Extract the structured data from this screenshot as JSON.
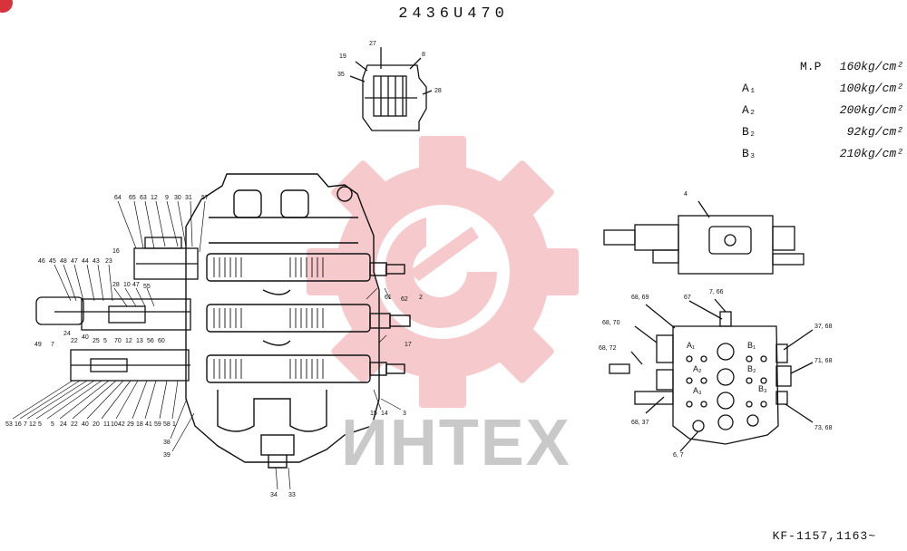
{
  "title": "2436U470",
  "footer": "KF-1157,1163~",
  "watermark": {
    "text": "ИНТЕХ",
    "gear_color": "#f0a0a6",
    "text_color": "#c9c9c9"
  },
  "badge_color": "#d8323c",
  "specs": [
    {
      "name": "M.P",
      "value": "160kg/cm²"
    },
    {
      "name": "A₁",
      "value": "100kg/cm²"
    },
    {
      "name": "A₂",
      "value": "200kg/cm²"
    },
    {
      "name": "B₂",
      "value": "92kg/cm²"
    },
    {
      "name": "B₃",
      "value": "210kg/cm²"
    }
  ],
  "detail_labels": [
    "27",
    "19",
    "8",
    "35",
    "28"
  ],
  "main_labels": {
    "top_left": [
      "64",
      "65",
      "63",
      "12",
      "9",
      "30",
      "31",
      "57"
    ],
    "left_upper": [
      "16",
      "46",
      "45",
      "48",
      "47",
      "44",
      "43",
      "23",
      "28",
      "10",
      "47",
      "55"
    ],
    "left_mid": [
      "49",
      "7",
      "24",
      "22",
      "40",
      "25",
      "5",
      "70",
      "12",
      "13",
      "56",
      "60"
    ],
    "bottom": [
      "53",
      "16",
      "7",
      "12",
      "5",
      "5",
      "24",
      "22",
      "40",
      "20",
      "11",
      "10",
      "42",
      "29",
      "18",
      "41",
      "59",
      "58",
      "1"
    ],
    "bottom_right": [
      "38",
      "39",
      "34",
      "33",
      "15",
      "14",
      "3"
    ],
    "right_side": [
      "61",
      "62",
      "2",
      "17"
    ]
  },
  "side_labels": {
    "top": [
      "4"
    ],
    "left": [
      "68, 69",
      "68, 70",
      "68, 72",
      "68, 37"
    ],
    "top_center": [
      "67",
      "7, 66"
    ],
    "right": [
      "37, 68",
      "71, 68",
      "73, 68"
    ],
    "bottom": [
      "6, 7"
    ],
    "ports": [
      "A₁",
      "B₁",
      "A₂",
      "B₂",
      "A₃",
      "B₃"
    ]
  }
}
